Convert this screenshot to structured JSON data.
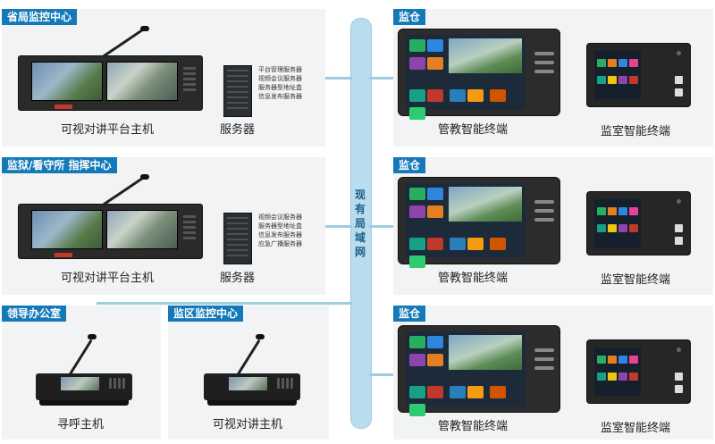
{
  "network": {
    "label": "现有局域网"
  },
  "sections": {
    "province": {
      "tag": "省局监控中心",
      "host_caption": "可视对讲平台主机",
      "server_caption": "服务器",
      "servers": [
        "平台管理服务器",
        "视频会议服务器",
        "服务器型地址盒",
        "信息发布服务器"
      ]
    },
    "prison": {
      "tag": "监狱/看守所 指挥中心",
      "host_caption": "可视对讲平台主机",
      "server_caption": "服务器",
      "servers": [
        "视频会议服务器",
        "服务器型地址盒",
        "信息发布服务器",
        "应急广播服务器"
      ]
    },
    "office": {
      "tag": "领导办公室",
      "caption": "寻呼主机"
    },
    "district": {
      "tag": "监区监控中心",
      "caption": "可视对讲主机"
    }
  },
  "cells": [
    {
      "tag": "监仓",
      "terminal_caption": "管教智能终端",
      "room_caption": "监室智能终端"
    },
    {
      "tag": "监仓",
      "terminal_caption": "管教智能终端",
      "room_caption": "监室智能终端"
    },
    {
      "tag": "监仓",
      "terminal_caption": "管教智能终端",
      "room_caption": "监室智能终端"
    }
  ],
  "colors": {
    "accent": "#1479b8",
    "network": "#b9dcee"
  }
}
